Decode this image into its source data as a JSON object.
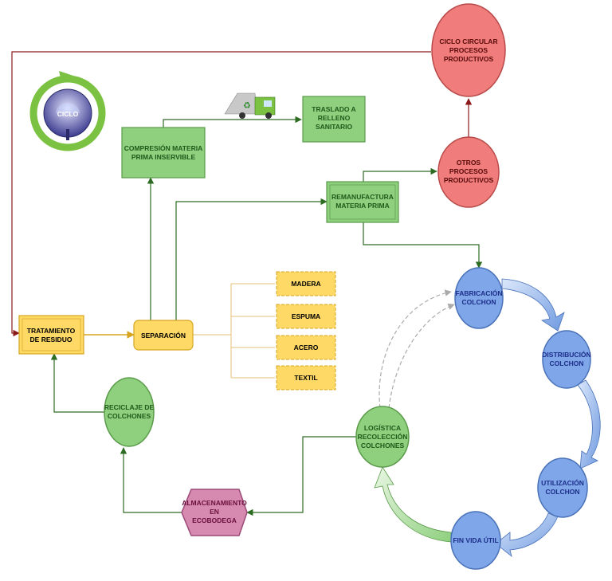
{
  "logo": {
    "text": "CICLO"
  },
  "nodes": {
    "ciclo_circular": {
      "lines": [
        "CICLO CIRCULAR",
        "PROCESOS",
        "PRODUCTIVOS"
      ]
    },
    "otros_procesos": {
      "lines": [
        "OTROS",
        "PROCESOS",
        "PRODUCTIVOS"
      ]
    },
    "traslado": {
      "lines": [
        "TRASLADO A",
        "RELLENO",
        "SANITARIO"
      ]
    },
    "compresion": {
      "lines": [
        "COMPRESIÓN MATERIA",
        "PRIMA INSERVIBLE"
      ]
    },
    "remanufactura": {
      "lines": [
        "REMANUFACTURA",
        "MATERIA PRIMA"
      ]
    },
    "tratamiento": {
      "lines": [
        "TRATAMIENTO",
        "DE RESIDUO"
      ]
    },
    "separacion": {
      "lines": [
        "SEPARACIÓN"
      ]
    },
    "madera": {
      "lines": [
        "MADERA"
      ]
    },
    "espuma": {
      "lines": [
        "ESPUMA"
      ]
    },
    "acero": {
      "lines": [
        "ACERO"
      ]
    },
    "textil": {
      "lines": [
        "TEXTIL"
      ]
    },
    "reciclaje": {
      "lines": [
        "RECICLAJE DE",
        "COLCHONES"
      ]
    },
    "almacenamiento": {
      "lines": [
        "ALMACENAMIENTO",
        "EN",
        "ECOBODEGA"
      ]
    },
    "logistica": {
      "lines": [
        "LOGÍSTICA",
        "RECOLECCIÓN",
        "COLCHONES"
      ]
    },
    "fabricacion": {
      "lines": [
        "FABRICACIÓN",
        "COLCHON"
      ]
    },
    "distribucion": {
      "lines": [
        "DISTRIBUCIÓN",
        "COLCHON"
      ]
    },
    "utilizacion": {
      "lines": [
        "UTILIZACIÓN",
        "COLCHON"
      ]
    },
    "fin_vida": {
      "lines": [
        "FIN VIDA ÚTIL"
      ]
    }
  },
  "colors": {
    "green_fill": "#8fd07f",
    "green_stroke": "#5a9b4a",
    "green_text": "#1f5a1a",
    "red_fill": "#f07c7c",
    "red_stroke": "#b84a4a",
    "yellow_fill": "#ffd966",
    "yellow_stroke": "#d6a520",
    "blue_fill": "#7fa6e8",
    "blue_stroke": "#4a72b8",
    "blue_text": "#1c2e8a",
    "pink_fill": "#d68ab0",
    "pink_stroke": "#9c4a78",
    "pink_text": "#6a0f3c",
    "dark_red_line": "#8b1a1a"
  },
  "icons": [
    "recycle-cycle-icon",
    "garbage-truck-icon"
  ]
}
